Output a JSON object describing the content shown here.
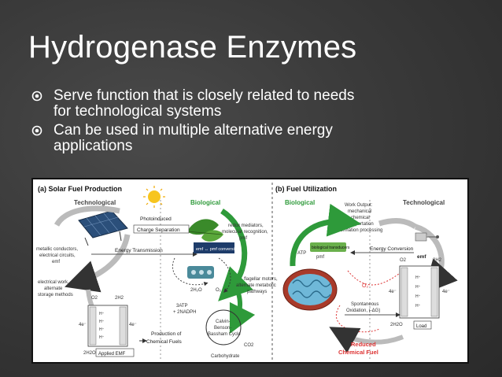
{
  "slide": {
    "title": "Hydrogenase Enzymes",
    "bullets": [
      {
        "line1": "Serve function that is closely related to needs",
        "line2": "for technological systems"
      },
      {
        "line1": "Can be used in multiple alternative energy",
        "line2": "applications"
      }
    ]
  },
  "figure": {
    "panel_a": {
      "heading": "(a) Solar Fuel Production",
      "technological": "Technological",
      "biological": "Biological",
      "photoinduced": "Photoinduced",
      "charge_separation": "Charge Separation",
      "redox_mediators": "redox mediators,",
      "molecular_recognition": "molecular recognition,",
      "pmf": "pmf",
      "metallic_conductors": "metallic conductors,",
      "electrical_circuits": "electrical circuits,",
      "emf": "emf",
      "energy_transmission": "Energy Transmission",
      "emf_pmf_conversion": "emf ↔ pmf conversion",
      "electrical_work": "electrical work,",
      "alternate": "alternate",
      "storage_methods": "storage methods",
      "o2": "O2",
      "two_h2": "2H2",
      "four_e": "4e⁻",
      "two_h2o": "2H2O",
      "applied_emf": "Applied EMF",
      "production_of": "Production of",
      "chemical_fuels": "Chemical Fuels",
      "three_atp": "3ATP",
      "two_nadph": "+ 2NADPH",
      "calvin": "Calvin-",
      "benson": "Benson-",
      "bassham": "Bassham Cycle",
      "co2": "CO2",
      "carbohydrate": "Carbohydrate",
      "flagellar_motors": "flagellar motors,",
      "alternate_metabolic": "alternate metabolic",
      "pathways": "pathways"
    },
    "panel_b": {
      "heading": "(b) Fuel Utilization",
      "biological": "Biological",
      "technological": "Technological",
      "work_output": "Work Output:",
      "mechanical": "mechanical",
      "chemical": "chemical",
      "transportation": "transportation",
      "information_processing": "information processing",
      "atp": "ATP",
      "biological_transducers": "biological transducers",
      "pmf": "pmf",
      "energy_conversion": "Energy Conversion",
      "emf": "emf",
      "o2": "O2",
      "two_h2": "2H2",
      "four_e": "4e⁻",
      "spontaneous": "Spontaneous",
      "oxidation": "Oxidation, (-ΔG)",
      "reduced": "Reduced",
      "chemical_fuel": "Chemical Fuel",
      "two_h2o": "2H2O",
      "load": "Load"
    }
  }
}
